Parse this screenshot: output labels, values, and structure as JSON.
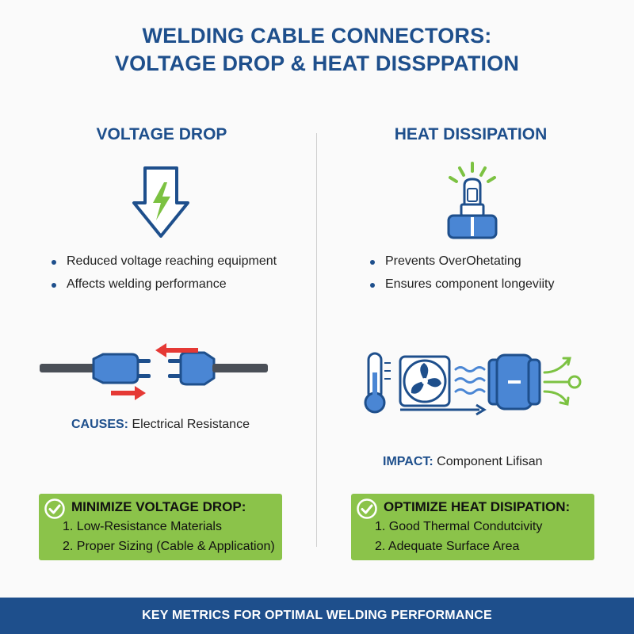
{
  "title": {
    "line1": "WELDING CABLE CONNECTORS:",
    "line2": "VOLTAGE DROP & HEAT DISSPPATION"
  },
  "left": {
    "heading": "VOLTAGE DROP",
    "bullets": [
      "Reduced voltage reaching equipment",
      "Affects welding performance"
    ],
    "causes_label": "CAUSES:",
    "causes_text": "Electrical Resistance",
    "box": {
      "title": "MINIMIZE VOLTAGE DROP:",
      "items": [
        "1. Low-Resistance Materials",
        "2. Proper Sizing (Cable & Application)"
      ]
    },
    "icons": [
      "down-arrow-lightning-icon",
      "cable-plug-icon",
      "cable-socket-icon",
      "red-arrow-left-icon",
      "red-arrow-right-icon"
    ]
  },
  "right": {
    "heading": "HEAT DISSIPATION",
    "bullets": [
      "Prevents OverOhetating",
      "Ensures component longeviity"
    ],
    "impact_label": "IMPACT:",
    "impact_text": "Component Lifisan",
    "box": {
      "title": "OPTIMIZE HEAT DISIPATION:",
      "items": [
        "1. Good Thermal Condutcivity",
        "2. Adequate Surface Area"
      ]
    },
    "icons": [
      "heating-component-icon",
      "thermometer-icon",
      "fan-icon",
      "heat-waves-icon",
      "connector-icon",
      "airflow-icon"
    ]
  },
  "footer": "KEY METRICS FOR OPTIMAL WELDING PERFORMANCE",
  "colors": {
    "primary_blue": "#1e4f8c",
    "icon_blue": "#4a86d4",
    "accent_green": "#8bc34a",
    "lightning_green": "#7cc242",
    "arrow_red": "#e53935",
    "cable_gray": "#4a4f57"
  }
}
